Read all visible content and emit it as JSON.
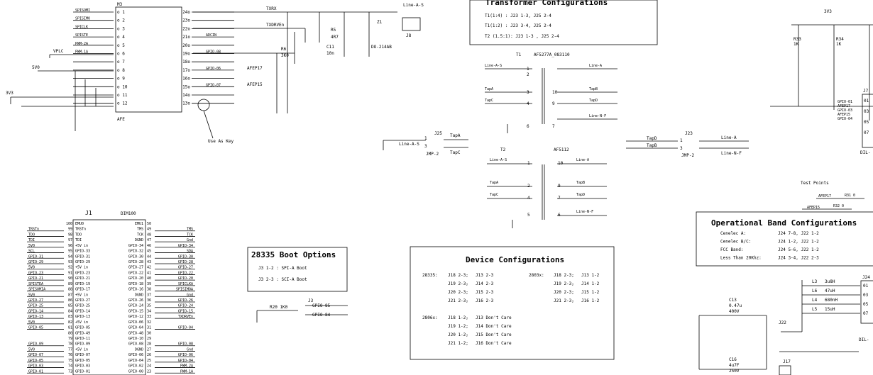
{
  "afe": {
    "refdes": "M3",
    "label": "AFE",
    "left_pins": [
      {
        "net": "SPISOMI",
        "pin": "1"
      },
      {
        "net": "SPISIMO",
        "pin": "2"
      },
      {
        "net": "SPICLK",
        "pin": "3"
      },
      {
        "net": "SPISTE",
        "pin": "4"
      },
      {
        "net": "PWM-2A",
        "pin": "5"
      },
      {
        "net": "PWM-1A",
        "pin": "6"
      },
      {
        "net": "",
        "pin": "7"
      },
      {
        "net": "",
        "pin": "8"
      },
      {
        "net": "",
        "pin": "9"
      },
      {
        "net": "",
        "pin": "10"
      },
      {
        "net": "",
        "pin": "11"
      },
      {
        "net": "",
        "pin": "12"
      }
    ],
    "right_pins": [
      {
        "net": "",
        "pin": "24"
      },
      {
        "net": "",
        "pin": "23"
      },
      {
        "net": "",
        "pin": "22"
      },
      {
        "net": "ADCIN",
        "pin": "21"
      },
      {
        "net": "",
        "pin": "20"
      },
      {
        "net": "GPIO-08",
        "pin": "19"
      },
      {
        "net": "",
        "pin": "18"
      },
      {
        "net": "GPIO-06",
        "pin": "17"
      },
      {
        "net": "",
        "pin": "16"
      },
      {
        "net": "GPIO-07",
        "pin": "15"
      },
      {
        "net": "",
        "pin": "14"
      },
      {
        "net": "",
        "pin": "13"
      }
    ],
    "net_txrx": "TXRX",
    "net_txdrven": "TXDRVEn",
    "net_afep17": "AFEP17",
    "net_afep15": "AFEP15",
    "key_note": "Use As Key",
    "vplc": "VPLC",
    "v5v0": "5V0",
    "v3v3": "3V3",
    "r5_ref": "R5",
    "r5_val": "4R7",
    "c11_ref": "C11",
    "c11_val": "10n",
    "z1_ref": "Z1",
    "z1_pkg": "DO-214AB",
    "j8_net": "Line-A-S",
    "j8_ref": "J8",
    "r6_ref": "R6",
    "r6_val": "3K0"
  },
  "transformer_config": {
    "title": "Transformer Configurations",
    "lines": [
      "T1(1:4) : J23 1-3, J25 2-4",
      "T1(1:2) : J23 3-4, J25 2-4",
      "T2 (1.5:1): J23 1-3 , J25 2-4"
    ]
  },
  "t1": {
    "refdes": "T1",
    "part": "AF5277A_083110",
    "pins": [
      {
        "left": "Line-A-S",
        "lpin": "1",
        "right": "Line-A",
        "rpin": ""
      },
      {
        "left": "",
        "lpin": "2",
        "right": "",
        "rpin": ""
      },
      {
        "left": "TapA",
        "lpin": "3",
        "right": "TapB",
        "rpin": "10"
      },
      {
        "left": "TapC",
        "lpin": "4",
        "right": "TapD",
        "rpin": "9"
      },
      {
        "left": "",
        "lpin": "",
        "right": "Line-N-F",
        "rpin": ""
      },
      {
        "left": "",
        "lpin": "6",
        "right": "",
        "rpin": "7"
      }
    ]
  },
  "j25": {
    "refdes": "J25",
    "pin1": "1",
    "pin3": "3",
    "net_a": "TapA",
    "net_s": "Line-A-S",
    "net_c": "TapC",
    "jmp": "JMP-2"
  },
  "j23": {
    "refdes": "J23",
    "net_d": "TapD",
    "net_b": "TapB",
    "pin1": "1",
    "pin3": "3",
    "net_a": "Line-A",
    "net_nf": "Line-N-F",
    "jmp": "JMP-2"
  },
  "t2": {
    "refdes": "T2",
    "part": "AF5112",
    "pins": [
      {
        "left": "Line-A-S",
        "lpin": "1",
        "right": "Line-A",
        "rpin": "10"
      },
      {
        "left": "TapA",
        "lpin": "2",
        "right": "TapB",
        "rpin": "9"
      },
      {
        "left": "TapC",
        "lpin": "4",
        "right": "TapD",
        "rpin": "7"
      },
      {
        "left": "",
        "lpin": "5",
        "right": "Line-N-F",
        "rpin": "6"
      }
    ]
  },
  "pullups": {
    "rail": "3V3",
    "r33_ref": "R33",
    "r33_val": "1K",
    "r34_ref": "R34",
    "r34_val": "1K",
    "j7_ref": "J7",
    "j7_part": "DIL-",
    "nets": [
      "GPIO-01",
      "AFEP17",
      "GPIO-03",
      "AFEP15",
      "GPIO-04"
    ],
    "pins": [
      "01",
      "03",
      "05",
      "07"
    ]
  },
  "test_points": {
    "title": "Test Points",
    "net1": "AFEP17",
    "r1": "R31 0",
    "net2": "AFEP15",
    "r2": "R32 0"
  },
  "band_config": {
    "title": "Operational Band Configurations",
    "rows": [
      {
        "label": "Cenelec A:",
        "value": "J24 7-8, J22 1-2"
      },
      {
        "label": "Cenelec B/C:",
        "value": "J24 1-2, J22 1-2"
      },
      {
        "label": "FCC Band:",
        "value": "J24 5-6, J22 1-2"
      },
      {
        "label": "Less Than 20Khz:",
        "value": "J24 3-4, J22 2-3"
      }
    ]
  },
  "filter": {
    "c13_ref": "C13",
    "c13_val": "0.47u",
    "c13_v": "400V",
    "c16_ref": "C16",
    "c16_val": "4u7F",
    "c16_v": "250V",
    "j22": "J22",
    "j17": "J17",
    "j24": "J24",
    "j24_part": "DIL-",
    "inductors": [
      {
        "ref": "L3",
        "val": "3u8H",
        "pin": "01"
      },
      {
        "ref": "L6",
        "val": "47uH",
        "pin": "03"
      },
      {
        "ref": "L4",
        "val": "680nH",
        "pin": "05"
      },
      {
        "ref": "L5",
        "val": "15uH",
        "pin": "07"
      }
    ]
  },
  "j1": {
    "refdes": "J1",
    "part": "DIM100",
    "rows": [
      {
        "lnet": "",
        "lpin": "100",
        "lname": "EMU0",
        "rname": "EMU1",
        "rpin": "50",
        "rnet": ""
      },
      {
        "lnet": "TRSTn",
        "lpin": "99",
        "lname": "TRSTn",
        "rname": "TMS",
        "rpin": "49",
        "rnet": "TMS"
      },
      {
        "lnet": "TDO",
        "lpin": "98",
        "lname": "TDO",
        "rname": "TCK",
        "rpin": "48",
        "rnet": "TCK"
      },
      {
        "lnet": "TDI",
        "lpin": "97",
        "lname": "TDI",
        "rname": "DGND",
        "rpin": "47",
        "rnet": "Gnd"
      },
      {
        "lnet": "5V0",
        "lpin": "96",
        "lname": "+5V in",
        "rname": "GPIO-34",
        "rpin": "46",
        "rnet": "GPIO-34"
      },
      {
        "lnet": "SCL",
        "lpin": "95",
        "lname": "GPIO-33",
        "rname": "GPIO-32",
        "rpin": "45",
        "rnet": "SDA"
      },
      {
        "lnet": "GPIO-31",
        "lpin": "94",
        "lname": "GPIO-31",
        "rname": "GPIO-30",
        "rpin": "44",
        "rnet": "GPIO-30"
      },
      {
        "lnet": "GPIO-29",
        "lpin": "93",
        "lname": "GPIO-29",
        "rname": "GPIO-28",
        "rpin": "43",
        "rnet": "GPIO-28"
      },
      {
        "lnet": "5V0",
        "lpin": "92",
        "lname": "+5V in",
        "rname": "GPIO-27",
        "rpin": "42",
        "rnet": "GPIO-27"
      },
      {
        "lnet": "GPIO-23",
        "lpin": "91",
        "lname": "GPIO-23",
        "rname": "GPIO-22",
        "rpin": "41",
        "rnet": "GPIO-22"
      },
      {
        "lnet": "GPIO-21",
        "lpin": "90",
        "lname": "GPIO-21",
        "rname": "GPIO-20",
        "rpin": "40",
        "rnet": "GPIO-20"
      },
      {
        "lnet": "SPISTEA",
        "lpin": "89",
        "lname": "GPIO-19",
        "rname": "GPIO-18",
        "rpin": "39",
        "rnet": "SPICLKA"
      },
      {
        "lnet": "SPISOMIA",
        "lpin": "88",
        "lname": "GPIO-17",
        "rname": "GPIO-16",
        "rpin": "38",
        "rnet": "SPISIMOA"
      },
      {
        "lnet": "5V0",
        "lpin": "87",
        "lname": "+5V in",
        "rname": "DGND",
        "rpin": "37",
        "rnet": "Gnd"
      },
      {
        "lnet": "GPIO-27",
        "lpin": "86",
        "lname": "GPIO-27",
        "rname": "GPIO-26",
        "rpin": "36",
        "rnet": "GPIO-26"
      },
      {
        "lnet": "GPIO-25",
        "lpin": "85",
        "lname": "GPIO-25",
        "rname": "GPIO-24",
        "rpin": "35",
        "rnet": "GPIO-24"
      },
      {
        "lnet": "GPIO-14",
        "lpin": "84",
        "lname": "GPIO-14",
        "rname": "GPIO-15",
        "rpin": "34",
        "rnet": "GPIO-15"
      },
      {
        "lnet": "GPIO-13",
        "lpin": "83",
        "lname": "GPIO-13",
        "rname": "GPIO-12",
        "rpin": "33",
        "rnet": "TXDRVEn"
      },
      {
        "lnet": "5V0",
        "lpin": "82",
        "lname": "+5V in",
        "rname": "GPIO-06",
        "rpin": "32",
        "rnet": ""
      },
      {
        "lnet": "GPIO-05",
        "lpin": "81",
        "lname": "GPIO-05",
        "rname": "GPIO-04",
        "rpin": "31",
        "rnet": "GPIO-04"
      },
      {
        "lnet": "",
        "lpin": "80",
        "lname": "GPIO-49",
        "rname": "GPIO-48",
        "rpin": "30",
        "rnet": ""
      },
      {
        "lnet": "",
        "lpin": "79",
        "lname": "GPIO-11",
        "rname": "GPIO-10",
        "rpin": "29",
        "rnet": ""
      },
      {
        "lnet": "GPIO-09",
        "lpin": "78",
        "lname": "GPIO-09",
        "rname": "GPIO-08",
        "rpin": "28",
        "rnet": "GPIO-08"
      },
      {
        "lnet": "5V0",
        "lpin": "77",
        "lname": "+5V in",
        "rname": "DGND",
        "rpin": "27",
        "rnet": "Gnd"
      },
      {
        "lnet": "GPIO-07",
        "lpin": "76",
        "lname": "GPIO-07",
        "rname": "GPIO-06",
        "rpin": "26",
        "rnet": "GPIO-06"
      },
      {
        "lnet": "GPIO-05",
        "lpin": "75",
        "lname": "GPIO-05",
        "rname": "GPIO-04",
        "rpin": "25",
        "rnet": "GPIO-04"
      },
      {
        "lnet": "GPIO-03",
        "lpin": "74",
        "lname": "GPIO-03",
        "rname": "GPIO-02",
        "rpin": "24",
        "rnet": "PWM-2A"
      },
      {
        "lnet": "GPIO-01",
        "lpin": "73",
        "lname": "GPIO-01",
        "rname": "GPIO-00",
        "rpin": "23",
        "rnet": "PWM-1A"
      }
    ]
  },
  "boot_options": {
    "title": "28335 Boot Options",
    "lines": [
      "J3 1-2 : SPI-A Boot",
      "J3 2-3 : SCI-A Boot"
    ]
  },
  "j3": {
    "refdes": "J3",
    "resistor": "R20 1K0",
    "net1": "GPIO-85",
    "net2": "GPIO-84"
  },
  "device_config": {
    "title": "Device Configurations",
    "rows": [
      {
        "dev": "28335:",
        "a": "J18 2-3;",
        "b": "J13 2-3",
        "dev2": "2803x:",
        "c": "J18 2-3;",
        "d": "J13 1-2"
      },
      {
        "dev": "",
        "a": "J19 2-3;",
        "b": "J14 2-3",
        "dev2": "",
        "c": "J19 2-3;",
        "d": "J14 1-2"
      },
      {
        "dev": "",
        "a": "J20 2-3;",
        "b": "J15 2-3",
        "dev2": "",
        "c": "J20 2-3;",
        "d": "J15 1-2"
      },
      {
        "dev": "",
        "a": "J21 2-3;",
        "b": "J16 2-3",
        "dev2": "",
        "c": "J21 2-3;",
        "d": "J16 1-2"
      },
      {
        "dev": "2806x:",
        "a": "J18 1-2;",
        "b": "J13 Don't Care",
        "dev2": "",
        "c": "",
        "d": ""
      },
      {
        "dev": "",
        "a": "J19 1-2;",
        "b": "J14 Don't Care",
        "dev2": "",
        "c": "",
        "d": ""
      },
      {
        "dev": "",
        "a": "J20 1-2;",
        "b": "J15 Don't Care",
        "dev2": "",
        "c": "",
        "d": ""
      },
      {
        "dev": "",
        "a": "J21 1-2;",
        "b": "J16 Don't Care",
        "dev2": "",
        "c": "",
        "d": ""
      }
    ]
  }
}
